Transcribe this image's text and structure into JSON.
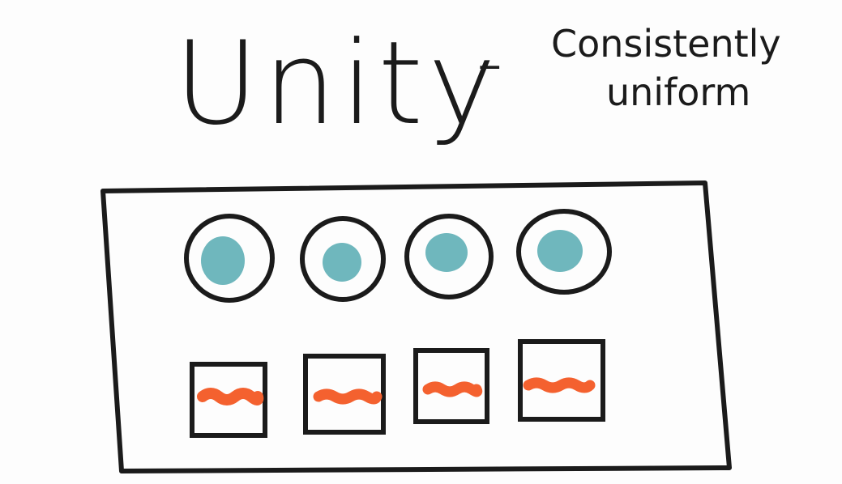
{
  "title": {
    "word": "Unity",
    "dash": "-",
    "definition_line1": "Consistently",
    "definition_line2": "uniform"
  },
  "colors": {
    "ink": "#1b1b1b",
    "circle_fill": "#6fb7bd",
    "dash_fill": "#f4612f",
    "paper": "#fdfdfd"
  },
  "illustration": {
    "frame": "rectangle-frame",
    "circles": [
      {
        "name": "circle-1",
        "shape": "circle-with-teal-dot"
      },
      {
        "name": "circle-2",
        "shape": "circle-with-teal-dot"
      },
      {
        "name": "circle-3",
        "shape": "circle-with-teal-dot"
      },
      {
        "name": "circle-4",
        "shape": "circle-with-teal-dot"
      }
    ],
    "boxes": [
      {
        "name": "box-1",
        "shape": "square-with-orange-wave"
      },
      {
        "name": "box-2",
        "shape": "square-with-orange-wave"
      },
      {
        "name": "box-3",
        "shape": "square-with-orange-wave"
      },
      {
        "name": "box-4",
        "shape": "square-with-orange-wave"
      }
    ]
  }
}
